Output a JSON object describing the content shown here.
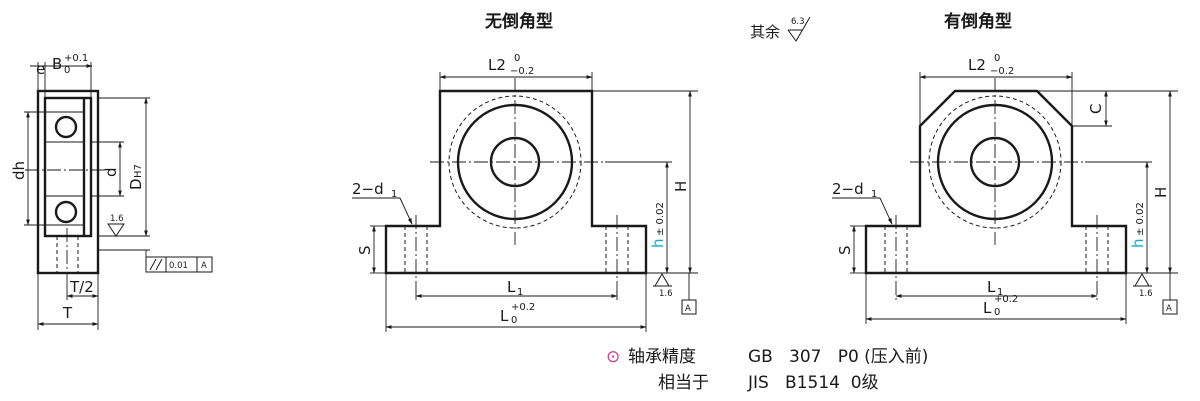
{
  "titles": {
    "no_chamfer": "无倒角型",
    "with_chamfer": "有倒角型"
  },
  "surface_note": {
    "prefix": "其余",
    "roughness": "6.3"
  },
  "side_view": {
    "e": "e",
    "B": "B",
    "B_upper_tol": "+0.1",
    "B_lower_tol": "0",
    "dh": "dh",
    "d": "d",
    "D": "D",
    "D_tol": "H7",
    "roughness": "1.6",
    "half_T": "T/2",
    "T": "T",
    "parallelism_tol": "0.01",
    "datum": "A"
  },
  "front_view_left": {
    "L2": "L2",
    "L2_upper": "0",
    "L2_lower": "−0.2",
    "holes": "2−d",
    "holes_sub": "1",
    "S": "S",
    "H": "H",
    "h": "h",
    "h_tol": "± 0.02",
    "roughness": "1.6",
    "datum": "A",
    "L1": "L",
    "L1_sub": "1",
    "L": "L",
    "L_upper": "+0.2",
    "L_lower": "0"
  },
  "front_view_right": {
    "L2": "L2",
    "L2_upper": "0",
    "L2_lower": "−0.2",
    "C": "C",
    "holes": "2−d",
    "holes_sub": "1",
    "S": "S",
    "H": "H",
    "h": "h",
    "h_tol": "± 0.02",
    "roughness": "1.6",
    "datum": "A",
    "L1": "L",
    "L1_sub": "1",
    "L": "L",
    "L_upper": "+0.2",
    "L_lower": "0"
  },
  "notes": {
    "marker": "⊙",
    "line1_label": "轴承精度",
    "line1_value": "GB   307   P0 (压入前)",
    "line2_label": "相当于",
    "line2_value": "JIS   B1514  0级"
  }
}
